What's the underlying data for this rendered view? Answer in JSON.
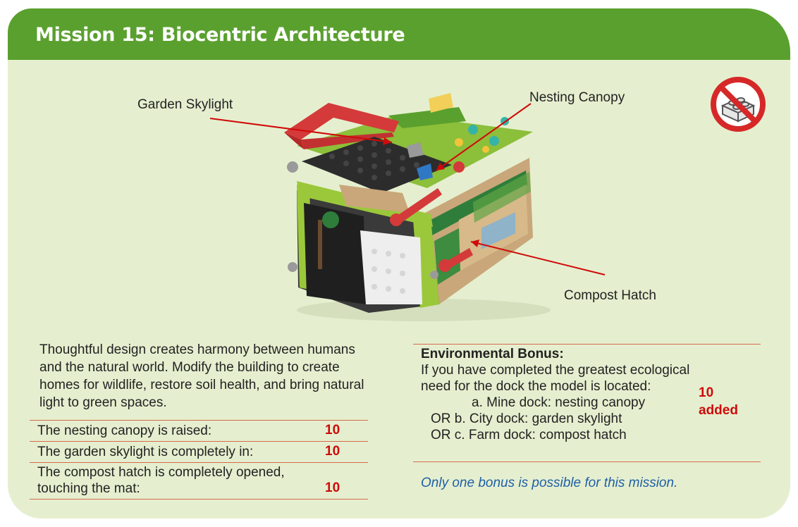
{
  "header": {
    "title": "Mission 15: Biocentric Architecture"
  },
  "callouts": {
    "garden_skylight": "Garden Skylight",
    "nesting_canopy": "Nesting Canopy",
    "compost_hatch": "Compost Hatch"
  },
  "icons": {
    "no_equipment": "no-lego-brick-icon",
    "model_photo": "biocentric-architecture-model"
  },
  "description": "Thoughtful design creates harmony between humans and the natural world. Modify the building to create homes for wildlife, restore soil health, and bring natural light to green spaces.",
  "scoring": [
    {
      "label": "The nesting canopy is raised:",
      "points": "10"
    },
    {
      "label": "The garden skylight is completely in:",
      "points": "10"
    },
    {
      "label": "The compost hatch is completely opened, touching the mat:",
      "points": "10"
    }
  ],
  "bonus": {
    "heading": "Environmental Bonus:",
    "text": "If you have completed the greatest ecological need for the dock the model is located:",
    "options": [
      "a. Mine dock: nesting canopy",
      "OR b. City dock: garden skylight",
      "OR c. Farm dock: compost hatch"
    ],
    "points": "10",
    "points_suffix": "added",
    "note": "Only one bonus is possible for this mission."
  },
  "colors": {
    "header_green": "#5aa02e",
    "card_bg": "#e5efcf",
    "points_red": "#d00a0a",
    "note_blue": "#1f5fa8",
    "rule_line": "#d86a4a"
  }
}
